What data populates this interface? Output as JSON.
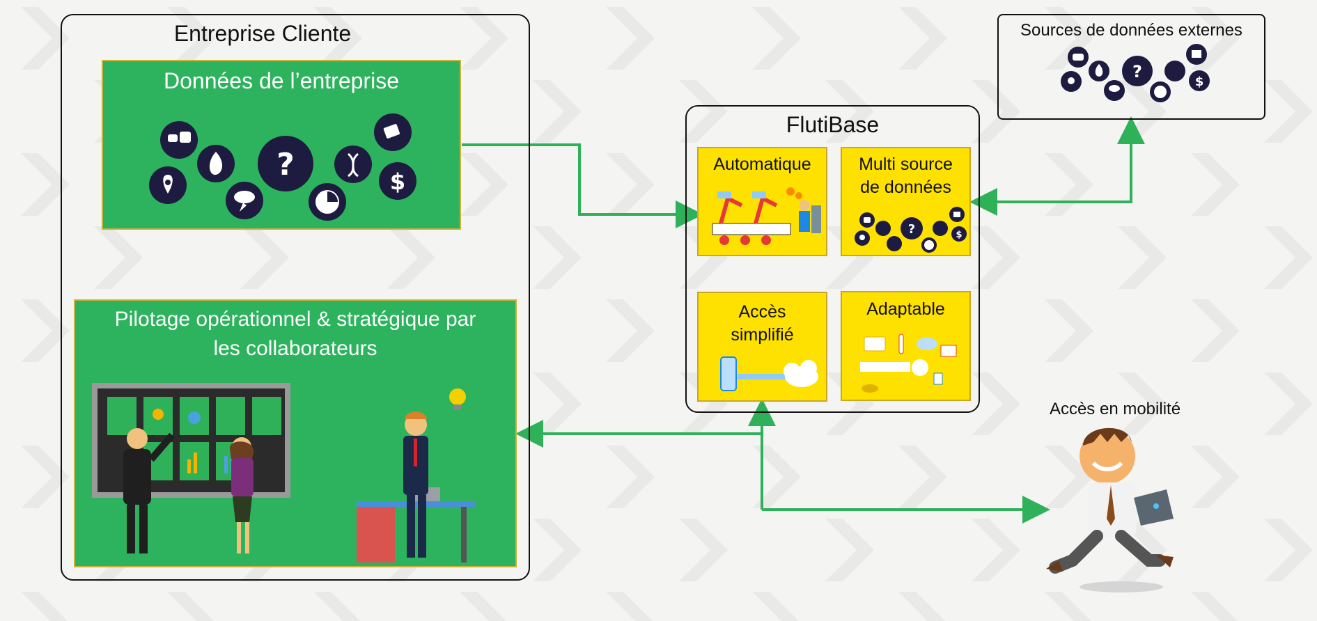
{
  "colors": {
    "accent_green": "#2db35d",
    "line_green": "#2fb15a",
    "feature_yellow": "#ffe100",
    "icon_navy": "#1d1b3f",
    "border": "#111111"
  },
  "client": {
    "title": "Entreprise Cliente",
    "data_panel": {
      "title": "Données de l’entreprise",
      "icons": [
        "transport-icon",
        "leaf-icon",
        "location-pin-icon",
        "weather-icon",
        "question-mark-icon",
        "pie-chart-icon",
        "dna-icon",
        "documents-icon",
        "dollar-icon"
      ]
    },
    "steering_panel": {
      "title_line1": "Pilotage opérationnel & stratégique par",
      "title_line2": "les collaborateurs"
    }
  },
  "flutibase": {
    "title": "FlutiBase",
    "features": [
      {
        "line1": "Automatique",
        "line2": "",
        "icon": "factory-robot-icon"
      },
      {
        "line1": "Multi source",
        "line2": "de données",
        "icon": "data-sources-icon"
      },
      {
        "line1": "Accès",
        "line2": "simplifié",
        "icon": "cloud-phone-icon"
      },
      {
        "line1": "Adaptable",
        "line2": "",
        "icon": "adaptable-icon"
      }
    ]
  },
  "external": {
    "title": "Sources de données externes",
    "icons": [
      "transport-icon",
      "leaf-icon",
      "location-pin-icon",
      "weather-icon",
      "question-mark-icon",
      "pie-chart-icon",
      "dna-icon",
      "documents-icon",
      "dollar-icon"
    ]
  },
  "mobility": {
    "label": "Accès en mobilité",
    "icon": "running-man-laptop-icon"
  }
}
